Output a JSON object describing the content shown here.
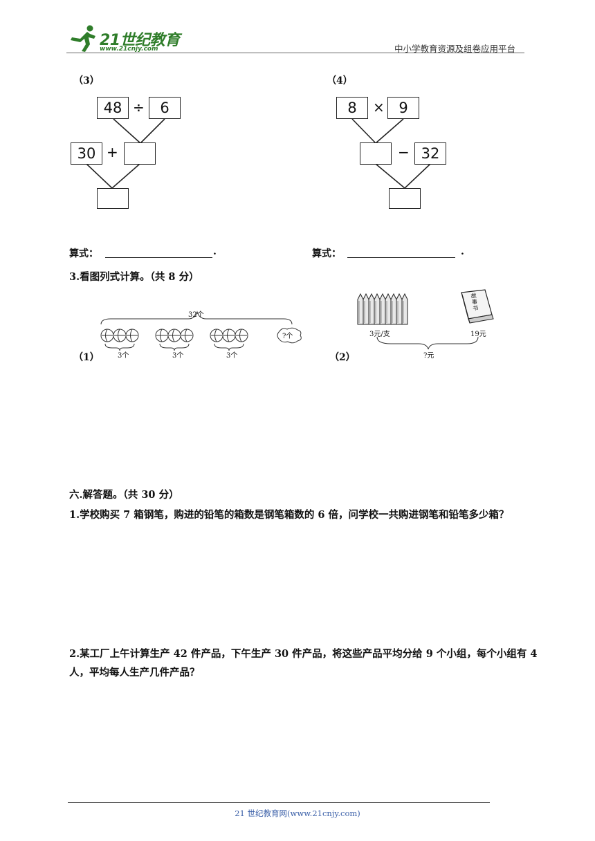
{
  "header": {
    "logo_main": "21世纪教育",
    "logo_url": "www.21cnjy.com",
    "platform": "中小学教育资源及组卷应用平台"
  },
  "diagrams": {
    "d3": {
      "label": "（3）",
      "top_left": "48",
      "top_op": "÷",
      "top_right": "6",
      "mid_left": "30",
      "mid_op": "+",
      "mid_right": "",
      "bottom": ""
    },
    "d4": {
      "label": "（4）",
      "top_left": "8",
      "top_op": "×",
      "top_right": "9",
      "mid_left": "",
      "mid_op": "−",
      "mid_right": "32",
      "bottom": ""
    }
  },
  "formula": {
    "label": "算式：",
    "end_left": ".",
    "end_right": "."
  },
  "section3": {
    "title": "3.看图列式计算。（共 8 分）",
    "p1": {
      "label": "（1）",
      "total": "32个",
      "group": "3个",
      "unknown": "?个"
    },
    "p2": {
      "label": "（2）",
      "price": "3元/支",
      "book_text": "故事书",
      "book_price": "19元",
      "total": "?元"
    }
  },
  "section6": {
    "title": "六.解答题。（共 30 分）",
    "q1": "1.学校购买 7 箱钢笔，购进的铅笔的箱数是钢笔箱数的 6 倍，问学校一共购进钢笔和铅笔多少箱？",
    "q2": "2.某工厂上午计算生产 42 件产品，下午生产 30 件产品，将这些产品平均分给 9 个小组，每个小组有 4 人，平均每人生产几件产品？"
  },
  "footer": "21 世纪教育网(www.21cnjy.com)"
}
